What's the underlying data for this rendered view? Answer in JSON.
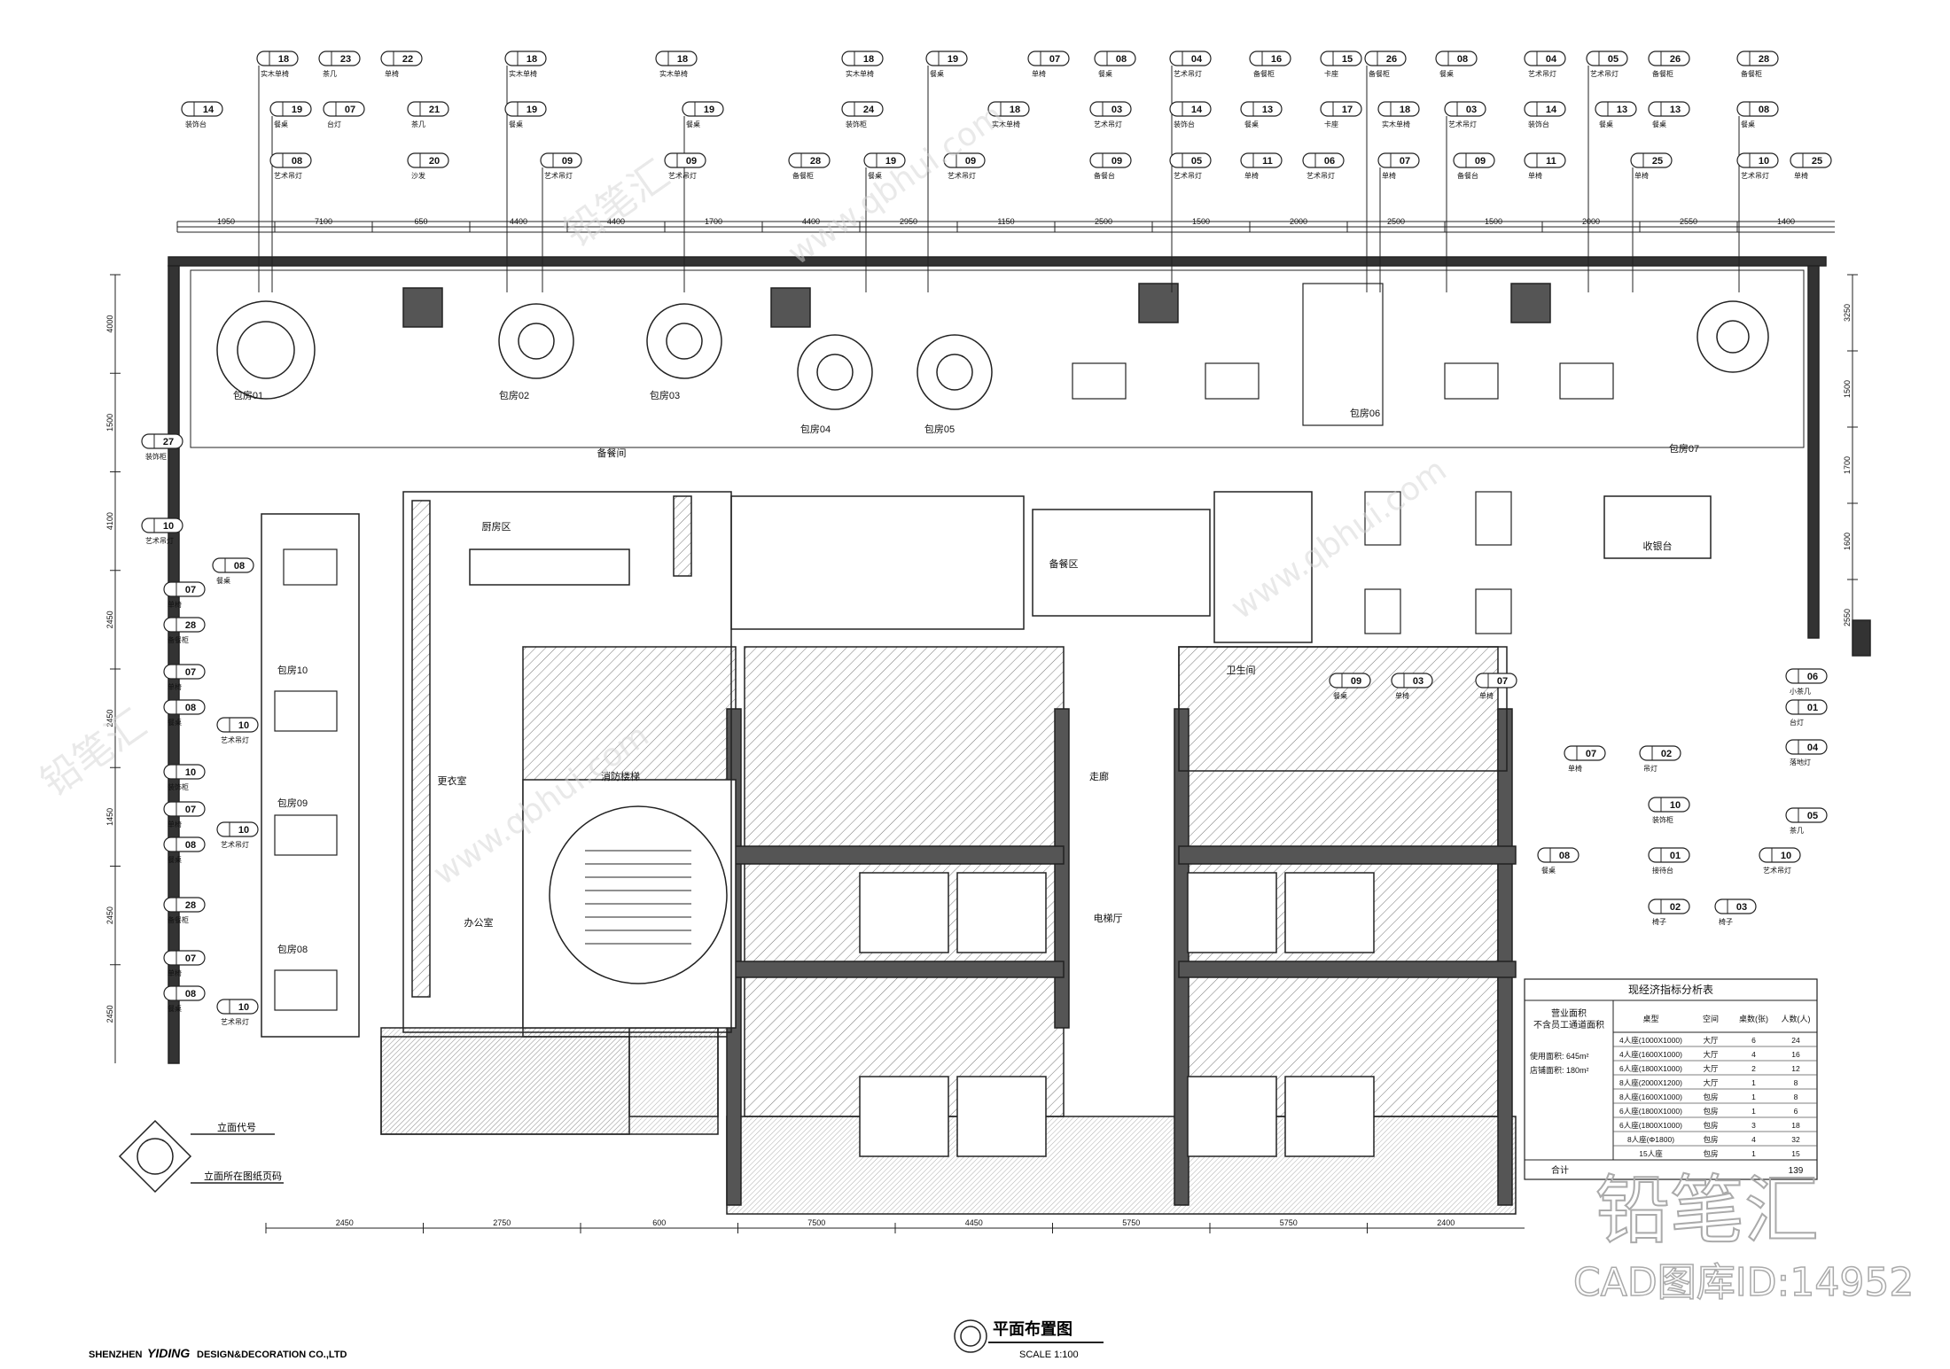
{
  "drawing": {
    "title": "平面布置图",
    "scale": "SCALE 1:100",
    "company_prefix": "SHENZHEN",
    "company_brand": "YIDING",
    "company_suffix": "DESIGN&DECORATION CO.,LTD",
    "watermark_brand": "铅笔汇",
    "watermark_id": "CAD图库ID:14952",
    "watermark_url": "www.qbhui.com"
  },
  "legend": {
    "elevation_symbol": "立面代号",
    "elevation_index": "立面所在图纸页码"
  },
  "top_tags_row1": [
    {
      "num": "18",
      "text": "实木单椅"
    },
    {
      "num": "23",
      "text": "茶几"
    },
    {
      "num": "22",
      "text": "单椅"
    },
    {
      "num": "18",
      "text": "实木单椅"
    },
    {
      "num": "18",
      "text": "实木单椅"
    },
    {
      "num": "18",
      "text": "实木单椅"
    },
    {
      "num": "19",
      "text": "餐桌"
    },
    {
      "num": "07",
      "text": "单椅"
    },
    {
      "num": "08",
      "text": "餐桌"
    },
    {
      "num": "04",
      "text": "艺术吊灯"
    },
    {
      "num": "16",
      "text": "备餐柜"
    },
    {
      "num": "15",
      "text": "卡座"
    },
    {
      "num": "26",
      "text": "备餐柜"
    },
    {
      "num": "08",
      "text": "餐桌"
    },
    {
      "num": "04",
      "text": "艺术吊灯"
    },
    {
      "num": "05",
      "text": "艺术吊灯"
    },
    {
      "num": "26",
      "text": "备餐柜"
    },
    {
      "num": "28",
      "text": "备餐柜"
    }
  ],
  "top_tags_row2": [
    {
      "num": "14",
      "text": "装饰台"
    },
    {
      "num": "19",
      "text": "餐桌"
    },
    {
      "num": "07",
      "text": "台灯"
    },
    {
      "num": "21",
      "text": "茶几"
    },
    {
      "num": "19",
      "text": "餐桌"
    },
    {
      "num": "19",
      "text": "餐桌"
    },
    {
      "num": "24",
      "text": "装饰柜"
    },
    {
      "num": "18",
      "text": "实木单椅"
    },
    {
      "num": "03",
      "text": "艺术吊灯"
    },
    {
      "num": "14",
      "text": "装饰台"
    },
    {
      "num": "13",
      "text": "餐桌"
    },
    {
      "num": "17",
      "text": "卡座"
    },
    {
      "num": "18",
      "text": "实木单椅"
    },
    {
      "num": "03",
      "text": "艺术吊灯"
    },
    {
      "num": "14",
      "text": "装饰台"
    },
    {
      "num": "13",
      "text": "餐桌"
    },
    {
      "num": "13",
      "text": "餐桌"
    },
    {
      "num": "08",
      "text": "餐桌"
    }
  ],
  "top_tags_row3": [
    {
      "num": "08",
      "text": "艺术吊灯"
    },
    {
      "num": "20",
      "text": "沙发"
    },
    {
      "num": "09",
      "text": "艺术吊灯"
    },
    {
      "num": "09",
      "text": "艺术吊灯"
    },
    {
      "num": "28",
      "text": "备餐柜"
    },
    {
      "num": "19",
      "text": "餐桌"
    },
    {
      "num": "09",
      "text": "艺术吊灯"
    },
    {
      "num": "09",
      "text": "备餐台"
    },
    {
      "num": "05",
      "text": "艺术吊灯"
    },
    {
      "num": "11",
      "text": "单椅"
    },
    {
      "num": "06",
      "text": "艺术吊灯"
    },
    {
      "num": "07",
      "text": "单椅"
    },
    {
      "num": "09",
      "text": "备餐台"
    },
    {
      "num": "11",
      "text": "单椅"
    },
    {
      "num": "25",
      "text": "单椅"
    },
    {
      "num": "10",
      "text": "艺术吊灯"
    },
    {
      "num": "25",
      "text": "单椅"
    }
  ],
  "left_tags": [
    {
      "num": "27",
      "text": "装饰柜"
    },
    {
      "num": "10",
      "text": "艺术吊灯"
    },
    {
      "num": "08",
      "text": "餐桌"
    },
    {
      "num": "07",
      "text": "单椅"
    },
    {
      "num": "28",
      "text": "备餐柜"
    },
    {
      "num": "07",
      "text": "单椅"
    },
    {
      "num": "08",
      "text": "餐桌"
    },
    {
      "num": "10",
      "text": "艺术吊灯"
    },
    {
      "num": "10",
      "text": "装饰柜"
    },
    {
      "num": "07",
      "text": "单椅"
    },
    {
      "num": "08",
      "text": "餐桌"
    },
    {
      "num": "10",
      "text": "艺术吊灯"
    },
    {
      "num": "28",
      "text": "备餐柜"
    },
    {
      "num": "07",
      "text": "单椅"
    },
    {
      "num": "08",
      "text": "餐桌"
    },
    {
      "num": "10",
      "text": "艺术吊灯"
    }
  ],
  "right_tags": [
    {
      "num": "06",
      "text": "小茶几"
    },
    {
      "num": "01",
      "text": "台灯"
    },
    {
      "num": "04",
      "text": "落地灯"
    },
    {
      "num": "05",
      "text": "茶几"
    },
    {
      "num": "10",
      "text": "艺术吊灯"
    },
    {
      "num": "03",
      "text": "椅子"
    },
    {
      "num": "07",
      "text": "单椅"
    },
    {
      "num": "02",
      "text": "吊灯"
    },
    {
      "num": "10",
      "text": "装饰柜"
    },
    {
      "num": "01",
      "text": "接待台"
    },
    {
      "num": "02",
      "text": "椅子"
    },
    {
      "num": "08",
      "text": "餐桌"
    },
    {
      "num": "09",
      "text": "餐桌"
    },
    {
      "num": "03",
      "text": "单椅"
    },
    {
      "num": "07",
      "text": "单椅"
    }
  ],
  "rooms": {
    "pr01": "包房01",
    "pr02": "包房02",
    "pr03": "包房03",
    "pr04": "包房04",
    "pr05": "包房05",
    "pr06": "包房06",
    "pr07": "包房07",
    "pr08": "包房08",
    "pr09": "包房09",
    "pr10": "包房10",
    "kitchen": "厨房区",
    "storage": "备餐间",
    "office": "办公室",
    "lift_hall": "电梯厅",
    "washroom": "卫生间",
    "pantry": "备餐区",
    "corridor": "走廊",
    "cashier": "收银台",
    "fire_stair": "消防楼梯",
    "changing": "更衣室"
  },
  "table_stats": {
    "title": "现经济指标分析表",
    "area_header": "营业面积\n不含员工通道面积",
    "headers": [
      "桌型",
      "空间",
      "桌数(张)",
      "人数(人)"
    ],
    "area_lines": [
      "使用面积: 645m²",
      "店铺面积: 180m²"
    ],
    "rows": [
      [
        "4人座(1000X1000)",
        "大厅",
        "6",
        "24"
      ],
      [
        "4人座(1600X1000)",
        "大厅",
        "4",
        "16"
      ],
      [
        "6人座(1800X1000)",
        "大厅",
        "2",
        "12"
      ],
      [
        "8人座(2000X1200)",
        "大厅",
        "1",
        "8"
      ],
      [
        "8人座(1600X1000)",
        "包房",
        "1",
        "8"
      ],
      [
        "6人座(1800X1000)",
        "包房",
        "1",
        "6"
      ],
      [
        "6人座(1800X1000)",
        "包房",
        "3",
        "18"
      ],
      [
        "8人座(Φ1800)",
        "包房",
        "4",
        "32"
      ],
      [
        "15人座",
        "包房",
        "1",
        "15"
      ]
    ],
    "total_label": "合计",
    "total_value": "139"
  },
  "dims_top": [
    "1950",
    "7100",
    "650",
    "4400",
    "4400",
    "1700",
    "4400",
    "2950",
    "1150",
    "2500",
    "1500",
    "2000",
    "2500",
    "1500",
    "2000",
    "2550",
    "1400"
  ],
  "dims_bottom": [
    "2450",
    "2750",
    "600",
    "7500",
    "4450",
    "5750",
    "5750",
    "2400"
  ],
  "dims_left": [
    "4000",
    "1500",
    "4100",
    "2450",
    "2450",
    "1450",
    "2450",
    "2450"
  ],
  "dims_right": [
    "3250",
    "1500",
    "1700",
    "1600",
    "2550"
  ]
}
